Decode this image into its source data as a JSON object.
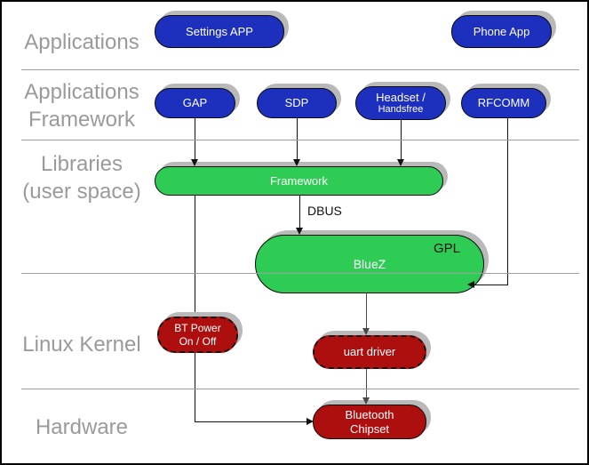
{
  "colors": {
    "blue": "#1c2fbd",
    "green": "#2fcc55",
    "red": "#ad0f0f",
    "shadow": "#b9b9b9",
    "label": "#9a9a9a",
    "line": "#9e9e9e",
    "connector": "#111111"
  },
  "layers": [
    {
      "name": "applications",
      "lines": [
        "Applications"
      ]
    },
    {
      "name": "applications-framework",
      "lines": [
        "Applications",
        "Framework"
      ]
    },
    {
      "name": "libraries-user-space",
      "lines": [
        "Libraries",
        "(user space)"
      ]
    },
    {
      "name": "linux-kernel",
      "lines": [
        "Linux Kernel"
      ]
    },
    {
      "name": "hardware",
      "lines": [
        "Hardware"
      ]
    }
  ],
  "nodes": {
    "settings_app": {
      "label": "Settings APP"
    },
    "phone_app": {
      "label": "Phone App"
    },
    "gap": {
      "label": "GAP"
    },
    "sdp": {
      "label": "SDP"
    },
    "headset": {
      "line1": "Headset /",
      "line2": "Handsfree"
    },
    "rfcomm": {
      "label": "RFCOMM"
    },
    "framework": {
      "label": "Framework"
    },
    "bluez": {
      "label": "BlueZ",
      "badge": "GPL"
    },
    "bt_power": {
      "line1": "BT Power",
      "line2": "On / Off"
    },
    "uart_driver": {
      "label": "uart driver"
    },
    "bluetooth_chipset": {
      "line1": "Bluetooth",
      "line2": "Chipset"
    }
  },
  "edge_labels": {
    "dbus": "DBUS"
  },
  "edges": [
    {
      "from": "GAP",
      "to": "Framework"
    },
    {
      "from": "SDP",
      "to": "Framework"
    },
    {
      "from": "Headset / Handsfree",
      "to": "Framework"
    },
    {
      "from": "RFCOMM",
      "to": "BlueZ"
    },
    {
      "from": "Framework",
      "to": "BlueZ",
      "label": "DBUS"
    },
    {
      "from": "Framework",
      "through": "BT Power On / Off",
      "to": "Bluetooth Chipset"
    },
    {
      "from": "BlueZ",
      "to": "uart driver"
    },
    {
      "from": "uart driver",
      "to": "Bluetooth Chipset"
    }
  ]
}
